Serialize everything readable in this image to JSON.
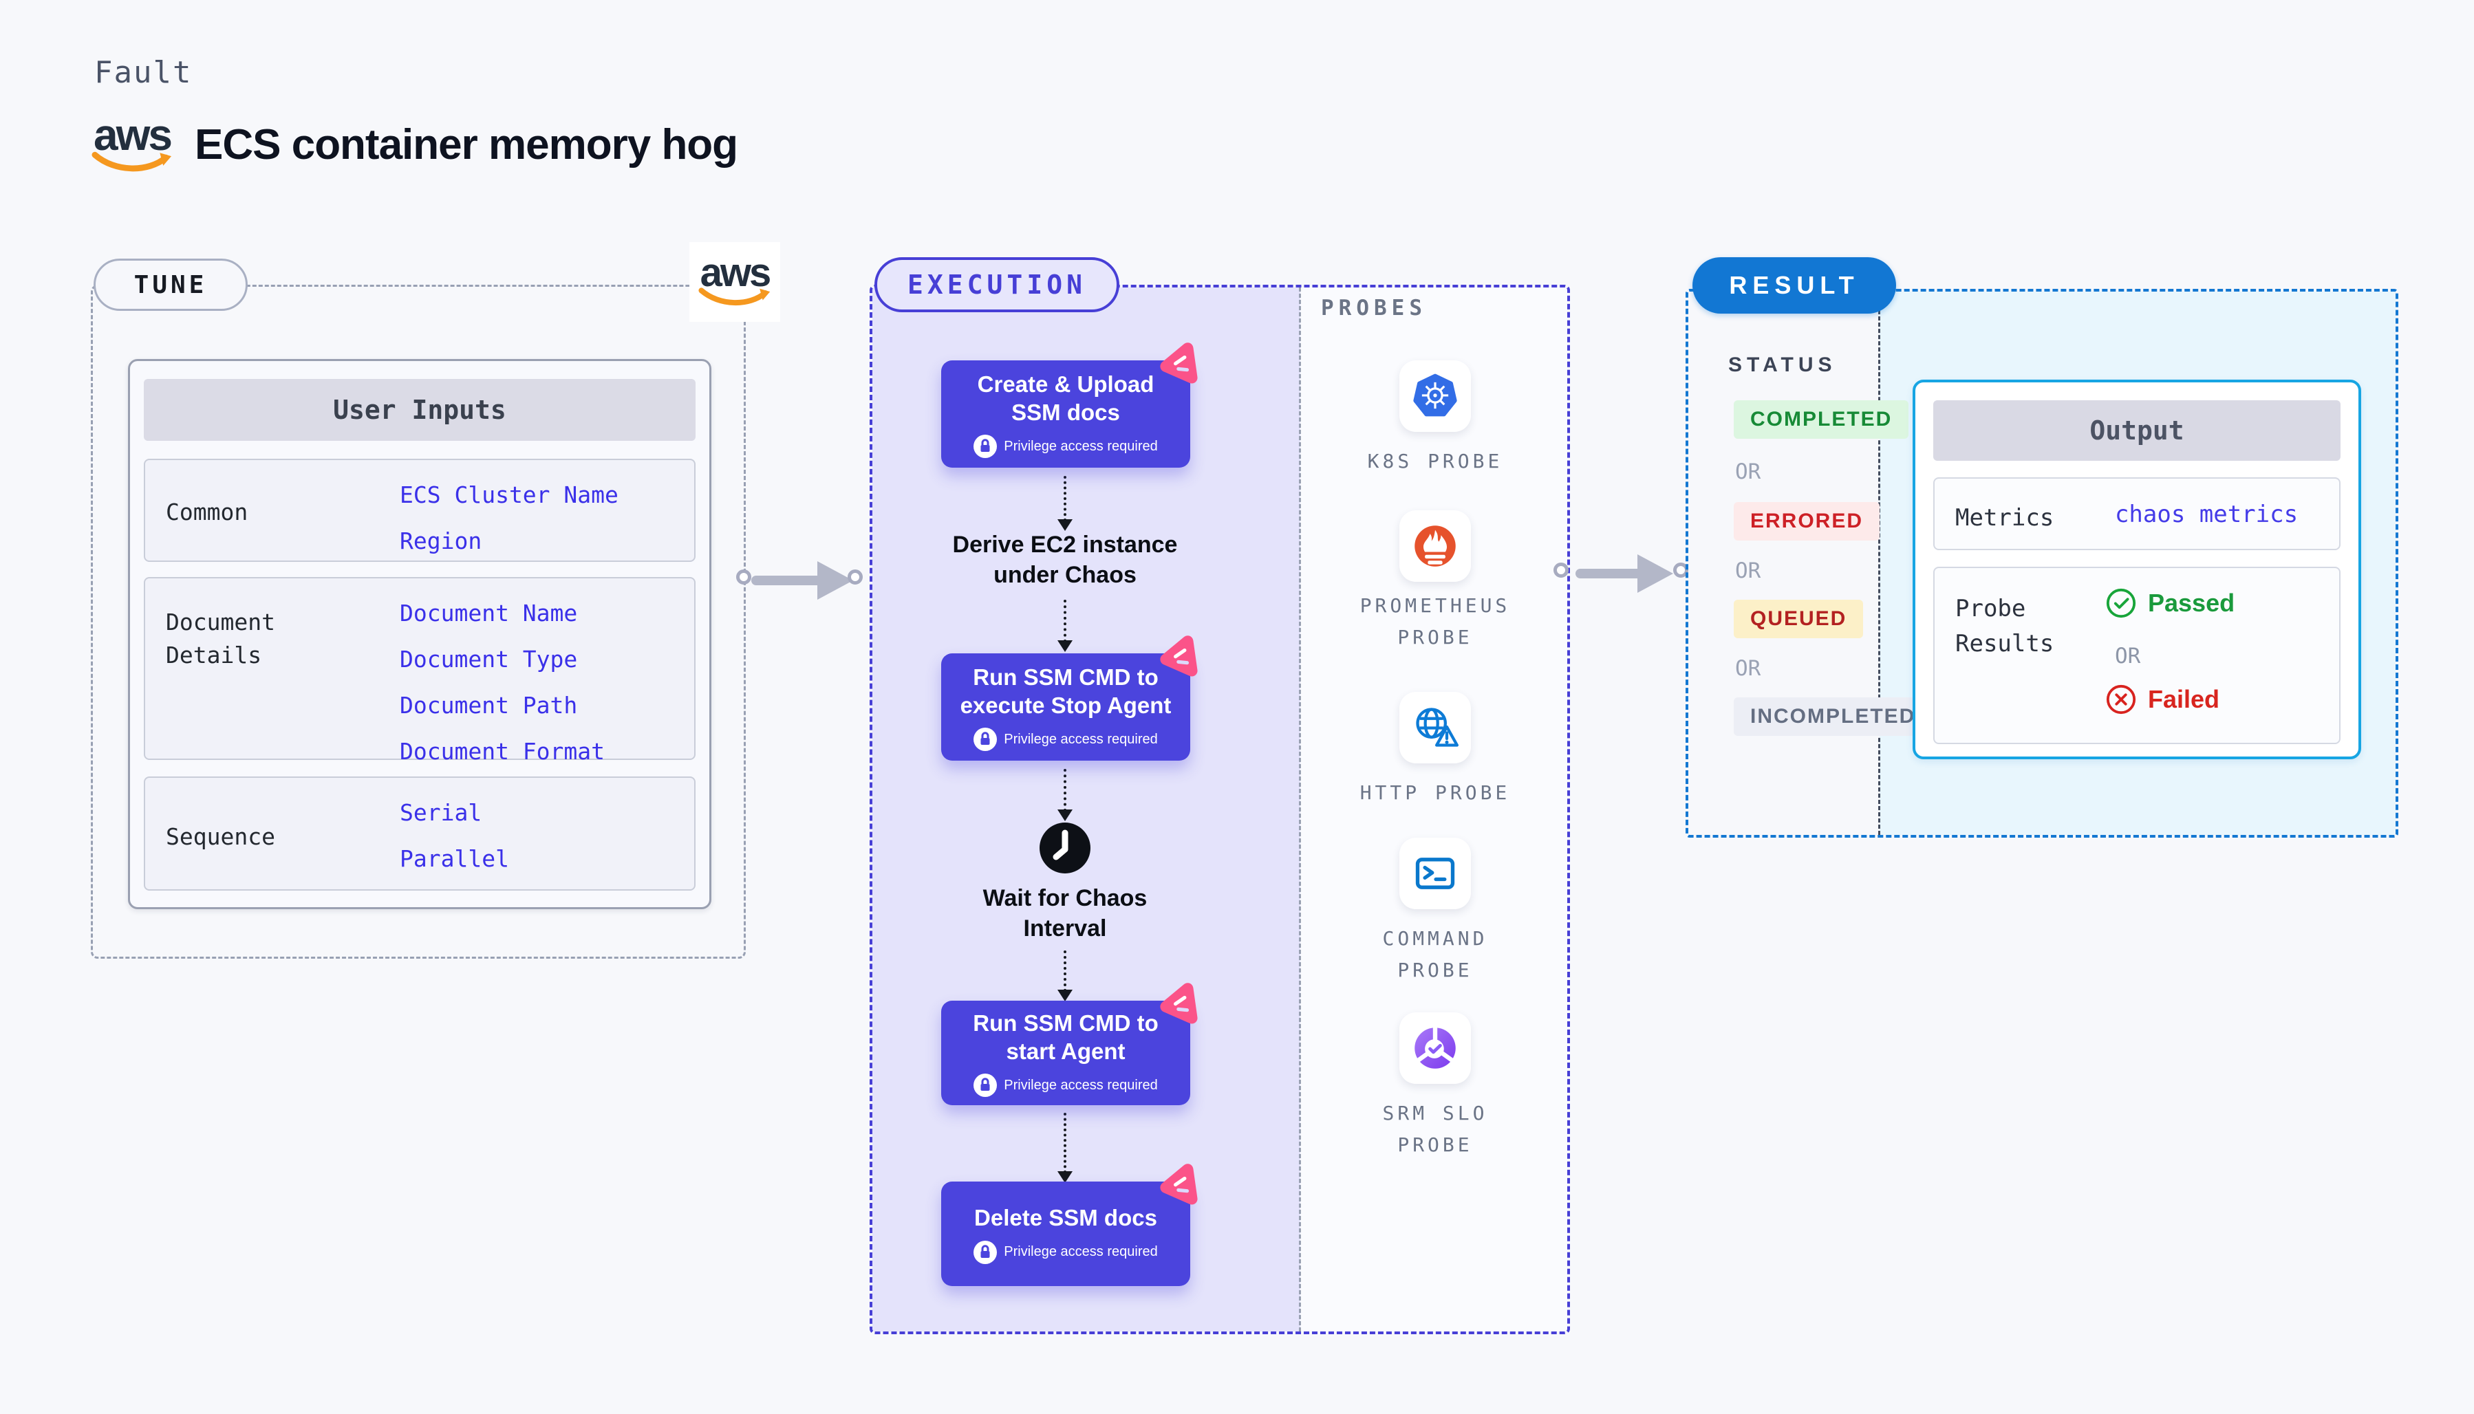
{
  "page": {
    "kicker": "Fault",
    "title": "ECS container memory hog",
    "aws_logo_text": "aws"
  },
  "colors": {
    "accent_indigo": "#4b44dd",
    "chaos_pink": "#fb5389",
    "result_blue": "#1277d3",
    "output_border_cyan": "#17a5e3",
    "passed_green": "#1a9a3c",
    "failed_red": "#d8251f",
    "aws_orange": "#f5981f",
    "value_blue": "#3a30e9"
  },
  "tune": {
    "badge": "TUNE",
    "table": {
      "header": "User Inputs",
      "rows": [
        {
          "label": "Common",
          "values": "ECS Cluster Name\nRegion"
        },
        {
          "label": "Document\nDetails",
          "values": "Document Name\nDocument Type\nDocument Path\nDocument Format"
        },
        {
          "label": "Sequence",
          "values": "Serial\nParallel"
        }
      ]
    }
  },
  "execution": {
    "badge": "EXECUTION",
    "steps": [
      {
        "type": "box",
        "title": "Create & Upload\nSSM docs",
        "note": "Privilege access required"
      },
      {
        "type": "text",
        "title": "Derive EC2 instance\nunder Chaos"
      },
      {
        "type": "box",
        "title": "Run SSM CMD to\nexecute Stop Agent",
        "note": "Privilege access required"
      },
      {
        "type": "wait",
        "title": "Wait for Chaos\nInterval"
      },
      {
        "type": "box",
        "title": "Run SSM CMD to\nstart Agent",
        "note": "Privilege access required"
      },
      {
        "type": "box",
        "title": "Delete SSM docs",
        "note": "Privilege access required"
      }
    ],
    "probes": {
      "heading": "PROBES",
      "items": [
        {
          "label": "K8S PROBE",
          "icon": "kubernetes-icon"
        },
        {
          "label": "PROMETHEUS\nPROBE",
          "icon": "prometheus-icon"
        },
        {
          "label": "HTTP PROBE",
          "icon": "http-globe-warning-icon"
        },
        {
          "label": "COMMAND\nPROBE",
          "icon": "command-terminal-icon"
        },
        {
          "label": "SRM SLO\nPROBE",
          "icon": "srm-slo-icon"
        }
      ]
    }
  },
  "result": {
    "badge": "RESULT",
    "status": {
      "heading": "STATUS",
      "separator": "OR",
      "items": [
        "COMPLETED",
        "ERRORED",
        "QUEUED",
        "INCOMPLETED"
      ]
    },
    "output": {
      "header": "Output",
      "metrics_label": "Metrics",
      "metrics_value": "chaos metrics",
      "probe_results_label": "Probe\nResults",
      "passed": "Passed",
      "or": "OR",
      "failed": "Failed"
    }
  }
}
